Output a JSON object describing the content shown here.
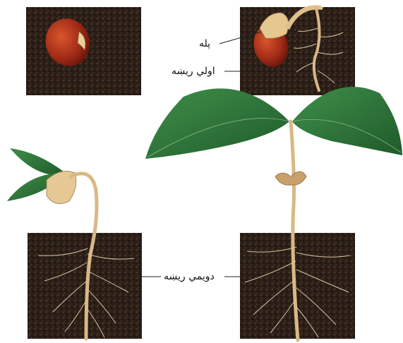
{
  "labels": {
    "cotyledon": "پله",
    "primary_root": "اولي ريښه",
    "secondary_roots": "دويمي ريښه"
  },
  "colors": {
    "soil_dark": "#1f1712",
    "soil_mid": "#3a2a1f",
    "seed_red": "#b8321c",
    "seed_dark": "#7a1c10",
    "seed_cream": "#e9cf9c",
    "root_tan": "#d9b886",
    "leaf_green": "#2f7a3c",
    "leaf_dark": "#1f5a2a"
  }
}
